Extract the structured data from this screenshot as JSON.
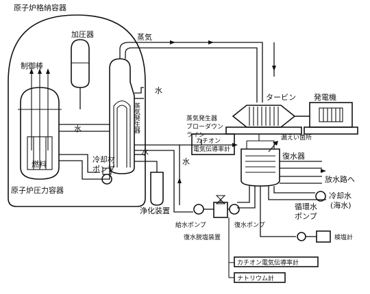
{
  "labels": {
    "containment_vessel": "原子炉格納容器",
    "pressurizer": "加圧器",
    "control_rods": "制御棒",
    "fuel": "燃料",
    "reactor_pressure_vessel": "原子炉圧力容器",
    "steam": "蒸気",
    "water_top": "水",
    "water_left": "水",
    "water_mid": "水",
    "water_low": "水",
    "steam_generator": "蒸気発生器",
    "turbine": "タービン",
    "generator": "発電機",
    "coolant_pump_1": "冷却材",
    "coolant_pump_2": "ポンプ",
    "sg_blowdown_1": "蒸気発生器",
    "sg_blowdown_2": "ブローダウン",
    "sg_blowdown_3": "ライン",
    "leak_point": "漏えい箇所",
    "condenser": "復水器",
    "cation_meter_1": "カチオン",
    "cation_meter_2": "電気伝導率計",
    "purification": "浄化装置",
    "discharge": "放水路へ",
    "cooling_water": "冷却水",
    "seawater": "(海水)",
    "circ_pump_1": "循環水",
    "circ_pump_2": "ポンプ",
    "feed_pump": "給水ポンプ",
    "condensate_pump": "復水ポンプ",
    "demineralizer": "復水脱塩装置",
    "salinity_meter": "検塩計",
    "cation_meter_bottom": "カチオン電気伝導率計",
    "sodium_meter": "ナトリウム計"
  }
}
